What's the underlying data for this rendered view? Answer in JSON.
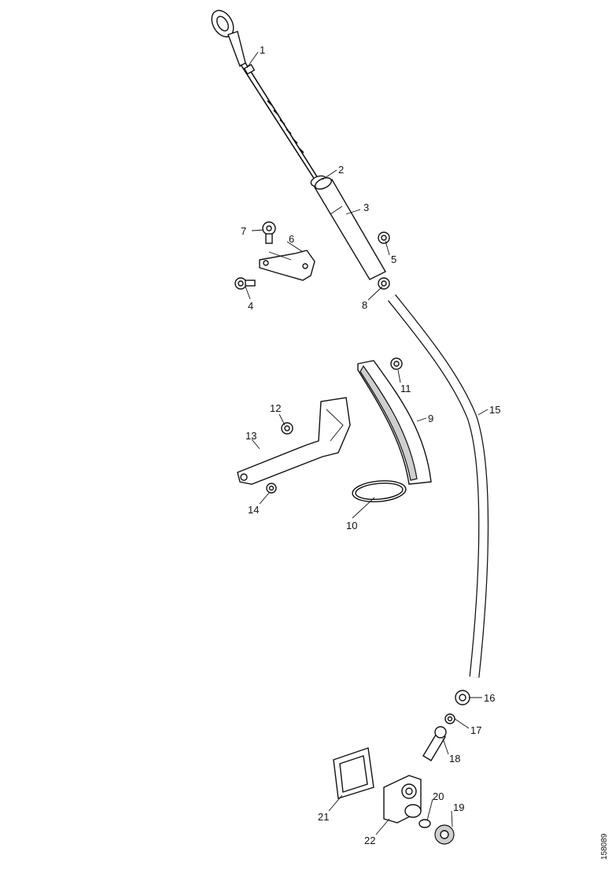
{
  "diagram": {
    "callouts": {
      "c1": "1",
      "c2": "2",
      "c3": "3",
      "c4": "4",
      "c5": "5",
      "c6": "6",
      "c7": "7",
      "c8": "8",
      "c9": "9",
      "c10": "10",
      "c11": "11",
      "c12": "12",
      "c13": "13",
      "c14": "14",
      "c15": "15",
      "c16": "16",
      "c17": "17",
      "c18": "18",
      "c19": "19",
      "c20": "20",
      "c21": "21",
      "c22": "22"
    },
    "reference_number": "158089"
  }
}
